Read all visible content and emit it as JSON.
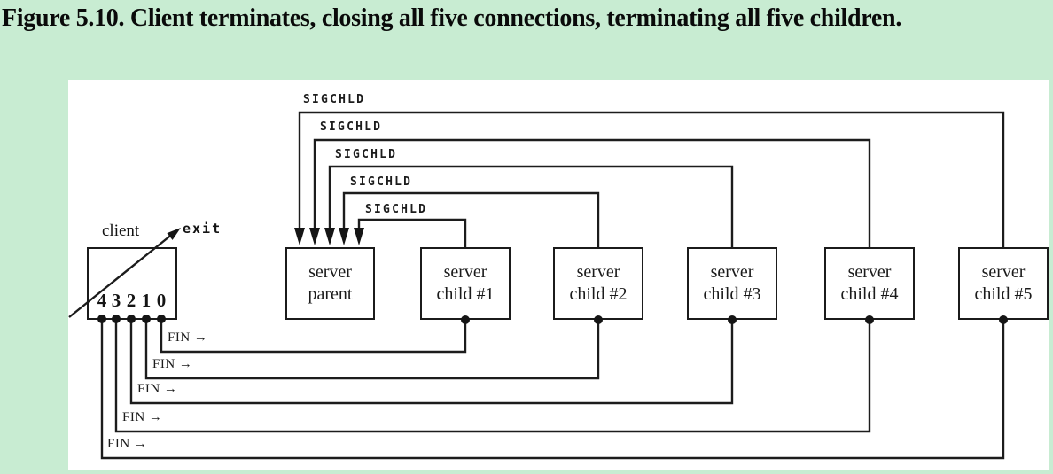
{
  "figure": {
    "title": "Figure 5.10. Client terminates, closing all five connections, terminating all five children."
  },
  "colors": {
    "background": "#c8ecd2",
    "panel": "#ffffff",
    "ink": "#1b1b1b"
  },
  "client": {
    "label": "client",
    "exit_label": "exit",
    "descriptors": [
      "4",
      "3",
      "2",
      "1",
      "0"
    ]
  },
  "servers": [
    {
      "line1": "server",
      "line2": "parent"
    },
    {
      "line1": "server",
      "line2": "child #1"
    },
    {
      "line1": "server",
      "line2": "child #2"
    },
    {
      "line1": "server",
      "line2": "child #3"
    },
    {
      "line1": "server",
      "line2": "child #4"
    },
    {
      "line1": "server",
      "line2": "child #5"
    }
  ],
  "signals": {
    "labels": [
      "SIGCHLD",
      "SIGCHLD",
      "SIGCHLD",
      "SIGCHLD",
      "SIGCHLD"
    ],
    "description": "each terminating child sends SIGCHLD to server parent"
  },
  "fins": {
    "labels": [
      "FIN →",
      "FIN →",
      "FIN →",
      "FIN →",
      "FIN →"
    ],
    "description": "client close of descriptors 0-4 sends FIN to children #1-#5"
  }
}
